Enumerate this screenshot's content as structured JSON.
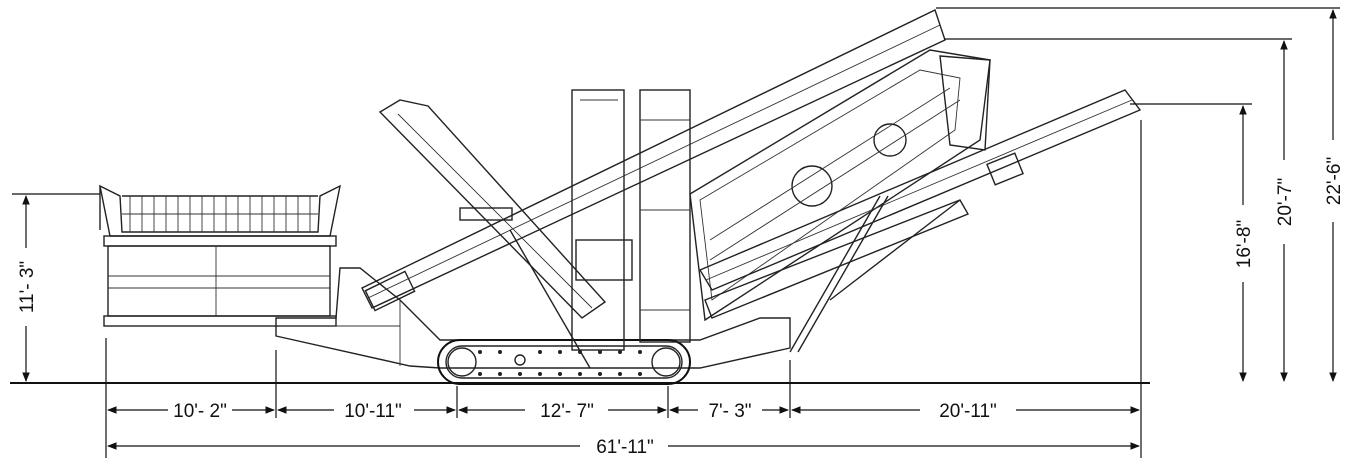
{
  "dimensions": {
    "horizontal": [
      "10'- 2\"",
      "10'-11\"",
      "12'- 7\"",
      "7'- 3\"",
      "20'-11\""
    ],
    "overall_length": "61'-11\"",
    "left_height": "11'- 3\"",
    "right_heights": [
      "16'-8\"",
      "20'-7\"",
      "22'-6\""
    ]
  },
  "colors": {
    "line": "#111111",
    "background": "#ffffff"
  }
}
